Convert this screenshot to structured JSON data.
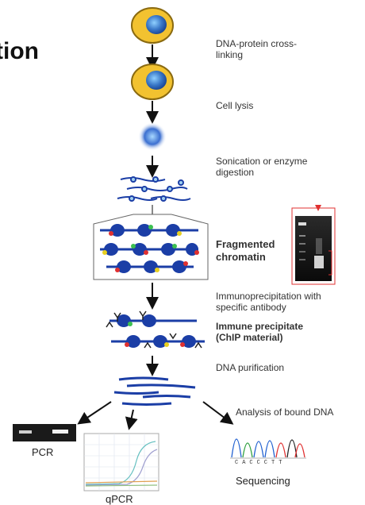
{
  "title_fragment": "tion",
  "steps": {
    "crosslink": "DNA-protein cross-linking",
    "lysis": "Cell lysis",
    "sonication": "Sonication or enzyme digestion",
    "fragmented": "Fragmented chromatin",
    "ip": "Immunoprecipitation with specific antibody",
    "precipitate": "Immune precipitate (ChIP material)",
    "purification": "DNA purification",
    "analysis": "Analysis of bound DNA"
  },
  "outputs": {
    "pcr": "PCR",
    "qpcr": "qPCR",
    "sequencing": "Sequencing"
  },
  "sequence_bases": "CACCCTT",
  "colors": {
    "cell_outer": "#f2c230",
    "nucleus": "#3a78c8",
    "dna": "#1b3ea6",
    "arrow": "#111111",
    "gel_marker": "#e03030"
  }
}
